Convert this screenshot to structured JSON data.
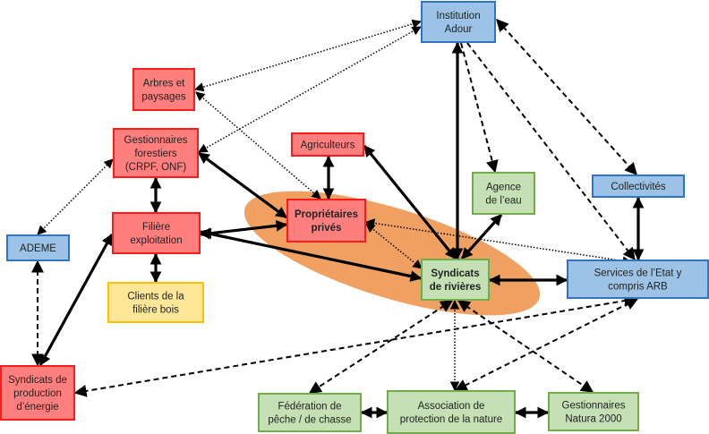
{
  "colors": {
    "red_fill": "#ff7f7f",
    "red_border": "#ff1a1a",
    "blue_fill": "#9cc3e5",
    "blue_border": "#2e75c6",
    "green_fill": "#c5e0b4",
    "green_border": "#70ad47",
    "yellow_fill": "#ffe699",
    "yellow_border": "#ffc000",
    "ellipse": "#f0a060"
  },
  "nodes": [
    {
      "id": "institution",
      "color": "blue",
      "bold": false,
      "lines": [
        "Institution",
        "Adour"
      ]
    },
    {
      "id": "arbres",
      "color": "red",
      "bold": false,
      "lines": [
        "Arbres et",
        "paysages"
      ]
    },
    {
      "id": "gestfor",
      "color": "red",
      "bold": false,
      "lines": [
        "Gestionnaires",
        "forestiers",
        "(CRPF, ONF)"
      ]
    },
    {
      "id": "agriculteurs",
      "color": "red",
      "bold": false,
      "lines": [
        "Agriculteurs"
      ]
    },
    {
      "id": "proprietaires",
      "color": "red",
      "bold": true,
      "lines": [
        "Propriétaires",
        "privés"
      ]
    },
    {
      "id": "agence",
      "color": "green",
      "bold": false,
      "lines": [
        "Agence",
        "de l’eau"
      ]
    },
    {
      "id": "collectivites",
      "color": "blue",
      "bold": false,
      "lines": [
        "Collectivités"
      ]
    },
    {
      "id": "filiere",
      "color": "red",
      "bold": false,
      "lines": [
        "Filière",
        "exploitation"
      ]
    },
    {
      "id": "ademe",
      "color": "blue",
      "bold": false,
      "lines": [
        "ADEME"
      ]
    },
    {
      "id": "syndicats",
      "color": "green",
      "bold": true,
      "lines": [
        "Syndicats",
        "de rivières"
      ]
    },
    {
      "id": "services",
      "color": "blue",
      "bold": false,
      "lines": [
        "Services de l’Etat y",
        "compris ARB"
      ]
    },
    {
      "id": "clients",
      "color": "yellow",
      "bold": false,
      "lines": [
        "Clients de la",
        "filière bois"
      ]
    },
    {
      "id": "energie",
      "color": "red",
      "bold": false,
      "lines": [
        "Syndicats de",
        "production",
        "d’énergie"
      ]
    },
    {
      "id": "federation",
      "color": "green",
      "bold": false,
      "lines": [
        "Fédération de",
        "pêche / de chasse"
      ]
    },
    {
      "id": "association",
      "color": "green",
      "bold": false,
      "lines": [
        "Association de",
        "protection de la nature"
      ]
    },
    {
      "id": "natura",
      "color": "green",
      "bold": false,
      "lines": [
        "Gestionnaires",
        "Natura 2000"
      ]
    }
  ],
  "edges": [
    {
      "from": "gestfor",
      "to": "filiere",
      "style": "solid",
      "arrows": "both"
    },
    {
      "from": "filiere",
      "to": "clients",
      "style": "solid",
      "arrows": "both"
    },
    {
      "from": "gestfor",
      "to": "proprietaires",
      "style": "solid",
      "arrows": "both"
    },
    {
      "from": "filiere",
      "to": "proprietaires",
      "style": "solid",
      "arrows": "both"
    },
    {
      "from": "filiere",
      "to": "syndicats",
      "style": "solid",
      "arrows": "both"
    },
    {
      "from": "agriculteurs",
      "to": "proprietaires",
      "style": "solid",
      "arrows": "both"
    },
    {
      "from": "agriculteurs",
      "to": "syndicats",
      "style": "solid",
      "arrows": "both"
    },
    {
      "from": "institution",
      "to": "syndicats",
      "style": "solid",
      "arrows": "both"
    },
    {
      "from": "syndicats",
      "to": "agence",
      "style": "solid",
      "arrows": "both"
    },
    {
      "from": "syndicats",
      "to": "services",
      "style": "solid",
      "arrows": "both"
    },
    {
      "from": "collectivites",
      "to": "services",
      "style": "solid",
      "arrows": "both"
    },
    {
      "from": "energie",
      "to": "filiere",
      "style": "solid",
      "arrows": "both"
    },
    {
      "from": "federation",
      "to": "association",
      "style": "solid",
      "arrows": "both"
    },
    {
      "from": "association",
      "to": "natura",
      "style": "solid",
      "arrows": "both"
    },
    {
      "from": "institution",
      "to": "agence",
      "style": "dashed",
      "arrows": "end"
    },
    {
      "from": "institution",
      "to": "services",
      "style": "dashed",
      "arrows": "end"
    },
    {
      "from": "institution",
      "to": "collectivites",
      "style": "dashed",
      "arrows": "both"
    },
    {
      "from": "syndicats",
      "to": "federation",
      "style": "dashed",
      "arrows": "both"
    },
    {
      "from": "syndicats",
      "to": "natura",
      "style": "dashed",
      "arrows": "both"
    },
    {
      "from": "services",
      "to": "association",
      "style": "dashed",
      "arrows": "both"
    },
    {
      "from": "services",
      "to": "energie",
      "style": "dashed",
      "arrows": "both"
    },
    {
      "from": "ademe",
      "to": "energie",
      "style": "dashed",
      "arrows": "both"
    },
    {
      "from": "institution",
      "to": "arbres",
      "style": "dotted",
      "arrows": "both"
    },
    {
      "from": "institution",
      "to": "gestfor",
      "style": "dotted",
      "arrows": "both"
    },
    {
      "from": "arbres",
      "to": "proprietaires",
      "style": "dotted",
      "arrows": "both"
    },
    {
      "from": "ademe",
      "to": "gestfor",
      "style": "dotted",
      "arrows": "both"
    },
    {
      "from": "proprietaires",
      "to": "syndicats",
      "style": "dotted",
      "arrows": "both"
    },
    {
      "from": "proprietaires",
      "to": "services",
      "style": "dotted",
      "arrows": "both"
    },
    {
      "from": "syndicats",
      "to": "association",
      "style": "dotted",
      "arrows": "both"
    }
  ]
}
